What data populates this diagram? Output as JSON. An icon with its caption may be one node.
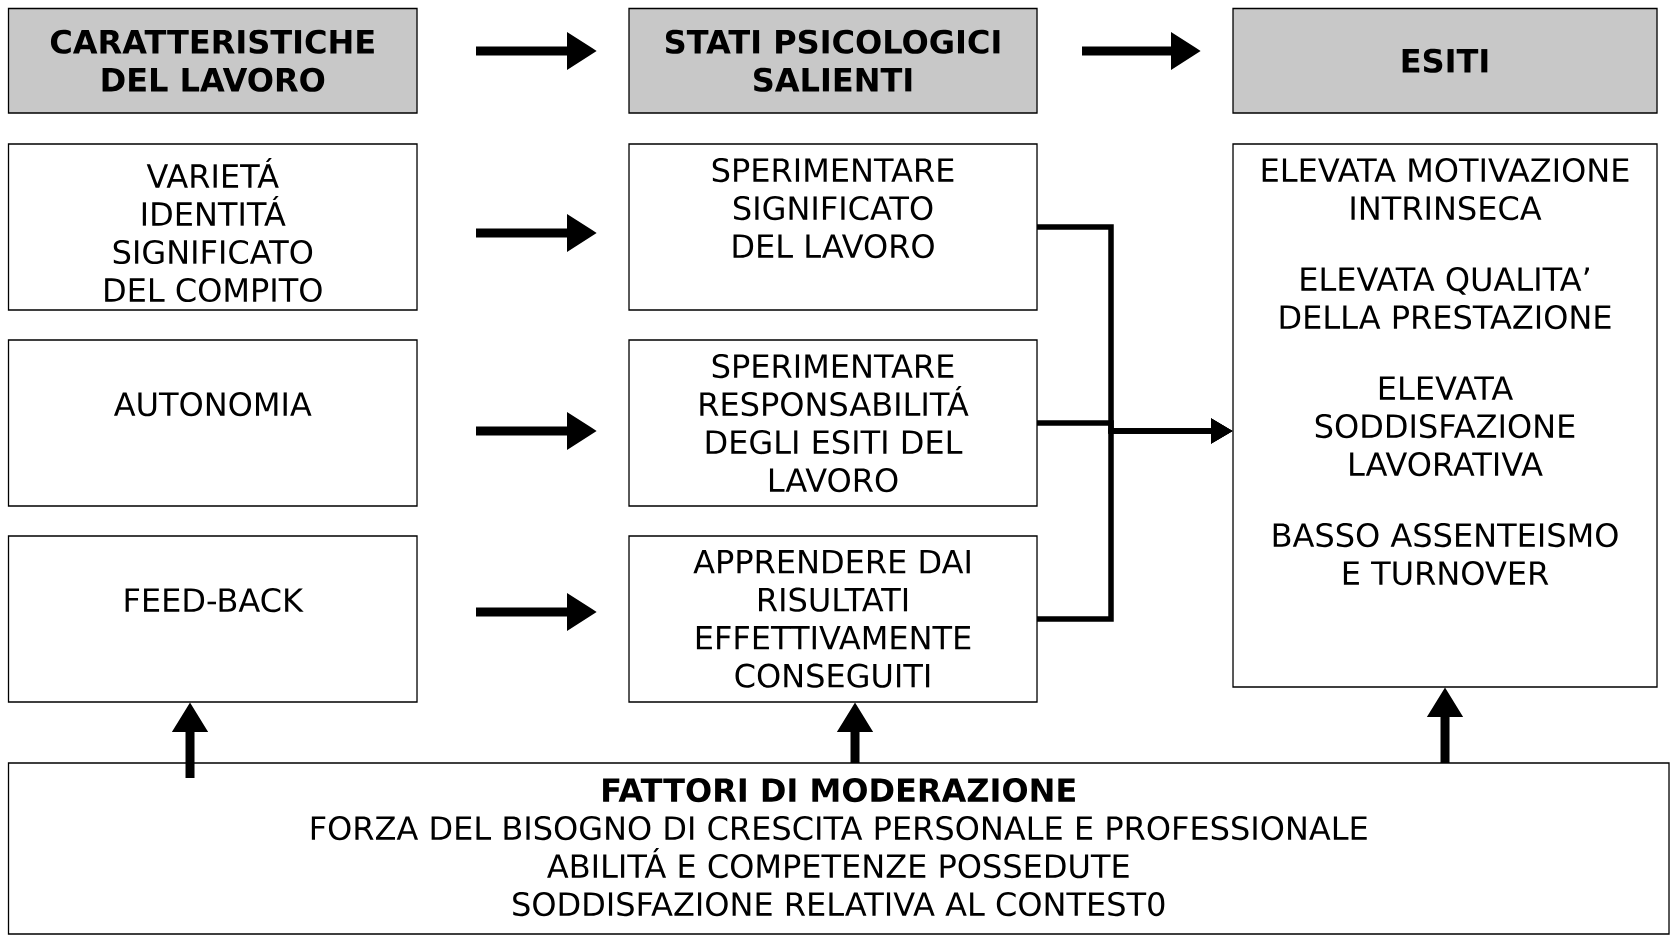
{
  "diagram": {
    "nodes": [
      {
        "text": [
          "CARATTERISTICHE DEL LAVORO"
        ]
      },
      {
        "text": [
          "STATI PSICOLOGICI SALIENTI"
        ]
      },
      {
        "text": [
          "ESITI"
        ]
      },
      {
        "text": [
          "VARIETÁ",
          "IDENTITÁ",
          "SIGNIFICATO DEL COMPITO"
        ]
      },
      {
        "text": [
          "SPERIMENTARE SIGNIFICATO DEL LAVORO"
        ]
      },
      {
        "text": [
          "ELEVATA MOTIVAZIONE INTRINSECA",
          "ELEVATA QUALITA’ DELLA PRESTAZIONE",
          "ELEVATA SODDISFAZIONE LAVORATIVA",
          "BASSO ASSENTEISMO E TURNOVER"
        ]
      },
      {
        "text": [
          "AUTONOMIA"
        ]
      },
      {
        "text": [
          "SPERIMENTARE RESPONSABILITÁ DEGLI ESITI DEL LAVORO"
        ]
      },
      {
        "text": [
          "FEED-BACK"
        ]
      },
      {
        "text": [
          "APPRENDERE DAI RISULTATI EFFETTIVAMENTE CONSEGUITI"
        ]
      },
      {
        "text": [
          "FATTORI DI MODERAZIONE",
          "FORZA DEL BISOGNO DI CRESCITA PERSONALE E PROFESSIONALE",
          "ABILITÁ E COMPETENZE POSSEDUTE",
          "SODDISFAZIONE RELATIVA AL CONTEST0"
        ]
      }
    ],
    "edges": [
      {
        "from": 0,
        "to": 1,
        "arrow": "to"
      },
      {
        "from": 1,
        "to": 2,
        "arrow": "to"
      },
      {
        "from": 3,
        "to": 4,
        "arrow": "to"
      },
      {
        "from": 6,
        "to": 7,
        "arrow": "to"
      },
      {
        "from": 8,
        "to": 9,
        "arrow": "to"
      },
      {
        "from": 4,
        "to": 5,
        "arrow": "to"
      },
      {
        "from": 7,
        "to": 5,
        "arrow": "to"
      },
      {
        "from": 9,
        "to": 5,
        "arrow": "to"
      },
      {
        "from": 10,
        "to": 8,
        "arrow": "to"
      },
      {
        "from": 10,
        "to": 9,
        "arrow": "to"
      },
      {
        "from": 10,
        "to": 5,
        "arrow": "to"
      }
    ]
  }
}
